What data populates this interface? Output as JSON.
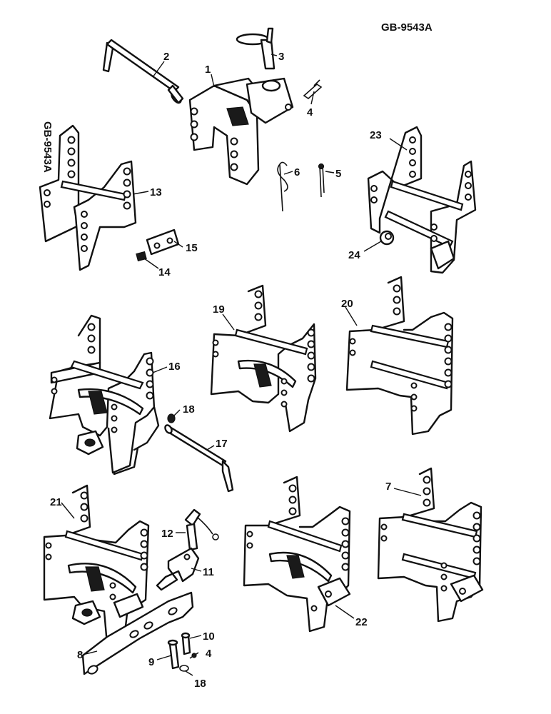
{
  "drawing": {
    "code_top": "GB-9543A",
    "code_side": "GB-9543A"
  },
  "callouts": {
    "c1": "1",
    "c2": "2",
    "c3": "3",
    "c4a": "4",
    "c4b": "4",
    "c5": "5",
    "c6": "6",
    "c7": "7",
    "c8": "8",
    "c9": "9",
    "c10": "10",
    "c11": "11",
    "c12": "12",
    "c13": "13",
    "c14": "14",
    "c15": "15",
    "c16": "16",
    "c17": "17",
    "c18a": "18",
    "c18b": "18",
    "c19": "19",
    "c20": "20",
    "c21": "21",
    "c22": "22",
    "c23": "23",
    "c24": "24"
  }
}
